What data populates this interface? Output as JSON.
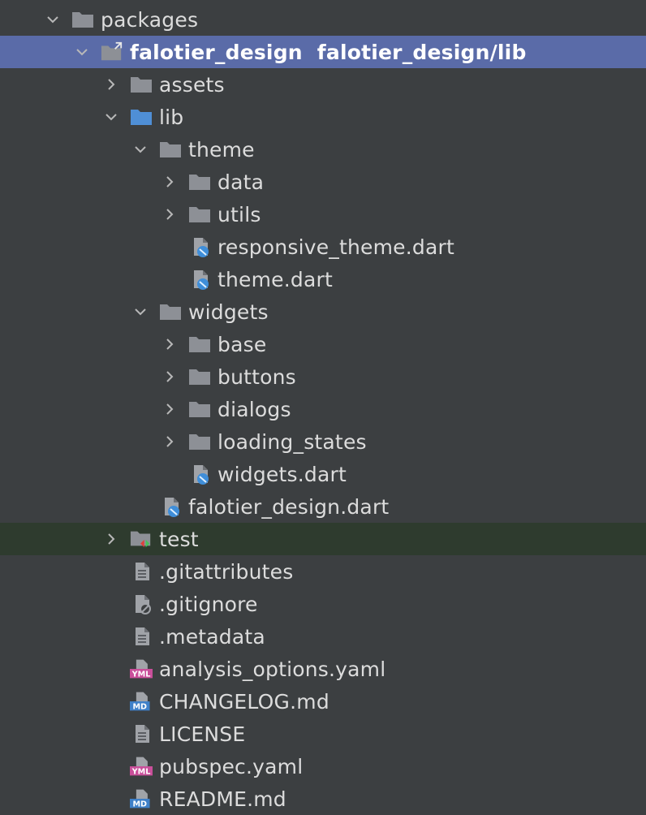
{
  "tree": [
    {
      "label": "packages",
      "depth": 0,
      "arrow": "down",
      "icon": "folder"
    },
    {
      "label": "falotier_design",
      "sub": "falotier_design/lib",
      "depth": 1,
      "arrow": "down",
      "icon": "folder-link",
      "state": "selected"
    },
    {
      "label": "assets",
      "depth": 2,
      "arrow": "right",
      "icon": "folder"
    },
    {
      "label": "lib",
      "depth": 2,
      "arrow": "down",
      "icon": "folder-blue"
    },
    {
      "label": "theme",
      "depth": 3,
      "arrow": "down",
      "icon": "folder"
    },
    {
      "label": "data",
      "depth": 4,
      "arrow": "right",
      "icon": "folder"
    },
    {
      "label": "utils",
      "depth": 4,
      "arrow": "right",
      "icon": "folder"
    },
    {
      "label": "responsive_theme.dart",
      "depth": 4,
      "arrow": "none",
      "icon": "dart-file"
    },
    {
      "label": "theme.dart",
      "depth": 4,
      "arrow": "none",
      "icon": "dart-file"
    },
    {
      "label": "widgets",
      "depth": 3,
      "arrow": "down",
      "icon": "folder"
    },
    {
      "label": "base",
      "depth": 4,
      "arrow": "right",
      "icon": "folder"
    },
    {
      "label": "buttons",
      "depth": 4,
      "arrow": "right",
      "icon": "folder"
    },
    {
      "label": "dialogs",
      "depth": 4,
      "arrow": "right",
      "icon": "folder"
    },
    {
      "label": "loading_states",
      "depth": 4,
      "arrow": "right",
      "icon": "folder"
    },
    {
      "label": "widgets.dart",
      "depth": 4,
      "arrow": "none",
      "icon": "dart-file"
    },
    {
      "label": "falotier_design.dart",
      "depth": 3,
      "arrow": "none",
      "icon": "dart-file"
    },
    {
      "label": "test",
      "depth": 2,
      "arrow": "right",
      "icon": "folder-test",
      "state": "vcs"
    },
    {
      "label": ".gitattributes",
      "depth": 2,
      "arrow": "none",
      "icon": "text-file"
    },
    {
      "label": ".gitignore",
      "depth": 2,
      "arrow": "none",
      "icon": "ignore-file"
    },
    {
      "label": ".metadata",
      "depth": 2,
      "arrow": "none",
      "icon": "text-file"
    },
    {
      "label": "analysis_options.yaml",
      "depth": 2,
      "arrow": "none",
      "icon": "yml-file"
    },
    {
      "label": "CHANGELOG.md",
      "depth": 2,
      "arrow": "none",
      "icon": "md-file"
    },
    {
      "label": "LICENSE",
      "depth": 2,
      "arrow": "none",
      "icon": "text-file"
    },
    {
      "label": "pubspec.yaml",
      "depth": 2,
      "arrow": "none",
      "icon": "yml-file"
    },
    {
      "label": "README.md",
      "depth": 2,
      "arrow": "none",
      "icon": "md-file"
    }
  ],
  "badges": {
    "yml": "YML",
    "md": "MD"
  },
  "colors": {
    "background": "#3c3f41",
    "selected": "#5a6ba8",
    "vcs_highlight": "#2e3b2e",
    "folder": "#8d9096",
    "folder_blue": "#4f8fd6",
    "yml_badge": "#c94f9a",
    "md_badge": "#3f80c8",
    "dart_blue": "#3f8ed9"
  }
}
